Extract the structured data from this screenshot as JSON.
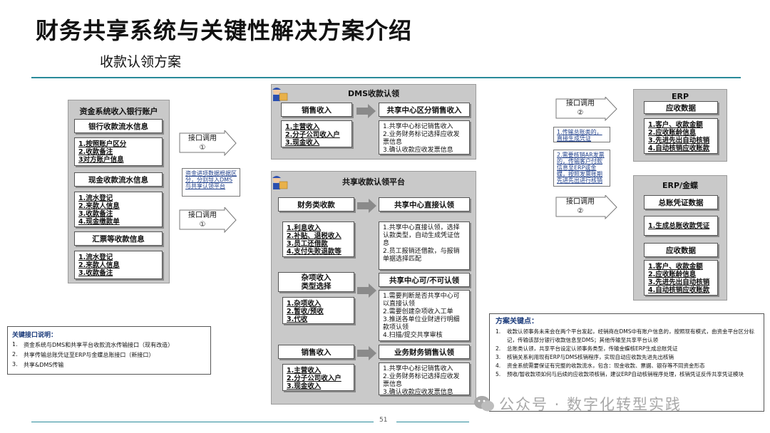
{
  "title": "财务共享系统与关键性解决方案介绍",
  "subtitle": "收款认领方案",
  "left_panel": {
    "title": "资金系统收入银行账户",
    "bank_flow": {
      "header": "银行收款流水信息",
      "items": [
        "1.按照账户区分",
        "2.收款备注",
        "3对方账户信息"
      ]
    },
    "cash_flow": {
      "header": "现金收款流水信息",
      "items": [
        "1.流水登记",
        "2.来款人信息",
        "3.收款备注",
        "4.现金缴款单"
      ]
    },
    "bill_flow": {
      "header": "汇票等收款信息",
      "items": [
        "1.流水登记",
        "2.来款人信息",
        "3.收款备注"
      ]
    }
  },
  "interface_arrows": {
    "a1": {
      "line1": "接口调用",
      "line2": "①"
    },
    "a2": {
      "line1": "接口调用",
      "line2": "①"
    },
    "a3": {
      "line1": "接口调用",
      "line2": "②"
    },
    "a4": {
      "line1": "接口调用",
      "line2": "②"
    }
  },
  "notes": {
    "n1": "资金进项数据根据区分，分别导入DMS与共享认领平台",
    "n2": "1.传输总账类的，直接生成凭证",
    "n3": "2.需要核销AR发票的，传输客户付款信息至ERP或金蝶，按照发票账期先进先出进行核销"
  },
  "dms_panel": {
    "title": "DMS收款认领",
    "left": {
      "header": "销售收入",
      "items": [
        "1.主营收入",
        "2.分子公司收入户",
        "3.现金收入"
      ]
    },
    "right": {
      "header": "共享中心区分销售收入",
      "items": [
        "1.共享中心标记销售收入",
        "2.业务财务标记选择应收发票信息",
        "3.确认收款应收发票信息"
      ]
    }
  },
  "share_panel": {
    "title": "共享收款认领平台",
    "row1": {
      "left": {
        "header": "财务类收款",
        "items": [
          "1.利息收入",
          "2.补贴、退税收入",
          "3.员工还借款",
          "4.支付失败退款等"
        ]
      },
      "right": {
        "header": "共享中心直接认领",
        "items": [
          "1.共享中心直接认领，选择认款类型，自动生成凭证信息",
          "2.员工报销还借款，与报销单据选择匹配"
        ]
      }
    },
    "row2": {
      "left": {
        "header_line1": "杂项收入",
        "header_line2": "类型选择",
        "items": [
          "1.杂项收入",
          "2.暂收/预收",
          "3.代收"
        ]
      },
      "right": {
        "header": "共享中心可/不可认领",
        "items": [
          "1.需要判断是否共享中心可以直接认领",
          "2.需要创建杂项收入工单",
          "3.推送各单位业财进行明细款项认领",
          "4.扫描/提交共享审核"
        ]
      }
    },
    "row3": {
      "left": {
        "header": "销售收入",
        "items": [
          "1.主营收入",
          "2.分子公司收入户",
          "3.现金收入"
        ]
      },
      "right": {
        "header": "业务财务销售认领",
        "items": [
          "1.共享中心标记销售收入",
          "2.业务财务标记选择应收发票信息",
          "3.确认收款应收发票信息"
        ]
      }
    }
  },
  "erp_panel": {
    "title": "ERP",
    "header": "应收数据",
    "items": [
      "1.客户、收款金额",
      "2.应收账龄信息",
      "3.先进先出自动核销",
      "4.自动核销应收账款"
    ]
  },
  "kingdee_panel": {
    "title": "ERP/金蝶",
    "gl_header": "总账凭证数据",
    "gl_items": [
      "1.生成总账收款凭证"
    ],
    "ar_header": "应收数据",
    "ar_items": [
      "1.客户、收款金额",
      "2.应收账龄信息",
      "3.先进先出自动核销",
      "4.自动核销应收账款"
    ]
  },
  "key_interfaces": {
    "title": "关键接口说明：",
    "items": [
      {
        "n": "1.",
        "text": "资金系统与DMS和共享平台收款流水传输接口（现有改造）"
      },
      {
        "n": "2.",
        "text": "共享传输总账凭证至ERP与金蝶总账接口（新接口）"
      },
      {
        "n": "3.",
        "text": "共享&DMS传输"
      }
    ]
  },
  "key_points": {
    "title": "方案关键点：",
    "items": [
      {
        "n": "1.",
        "text": "收款认领事务未来会在两个平台发起，经销商在DMS中有账户信息的，按照现有模式，由资金平台区分标记，传输该部分银行收款信息至DMS；其他传输至共享平台认领"
      },
      {
        "n": "2.",
        "text": "总账类认领，共享平台设定认领事务类型，传输金蝶核ERP生成总账凭证"
      },
      {
        "n": "3.",
        "text": "核销关系利用现有ERP与DMS核销程序，实现自动应收款先进先出核销"
      },
      {
        "n": "4.",
        "text": "资金系统需要保证有完整的收款流水，包含：现金收款、票据、银存等不同资金形态"
      },
      {
        "n": "5.",
        "text": "预收/暂收款项如何与后续的应收款项核销，建议ERP自动核销程序处理，核销凭证反传共享凭证模块"
      }
    ]
  },
  "page_number": "51",
  "watermark": "公众号 · 数字化转型实践",
  "colors": {
    "accent": "#2a8a9a",
    "panel": "#c9c9c9",
    "title_blue": "#1a3a7a"
  }
}
